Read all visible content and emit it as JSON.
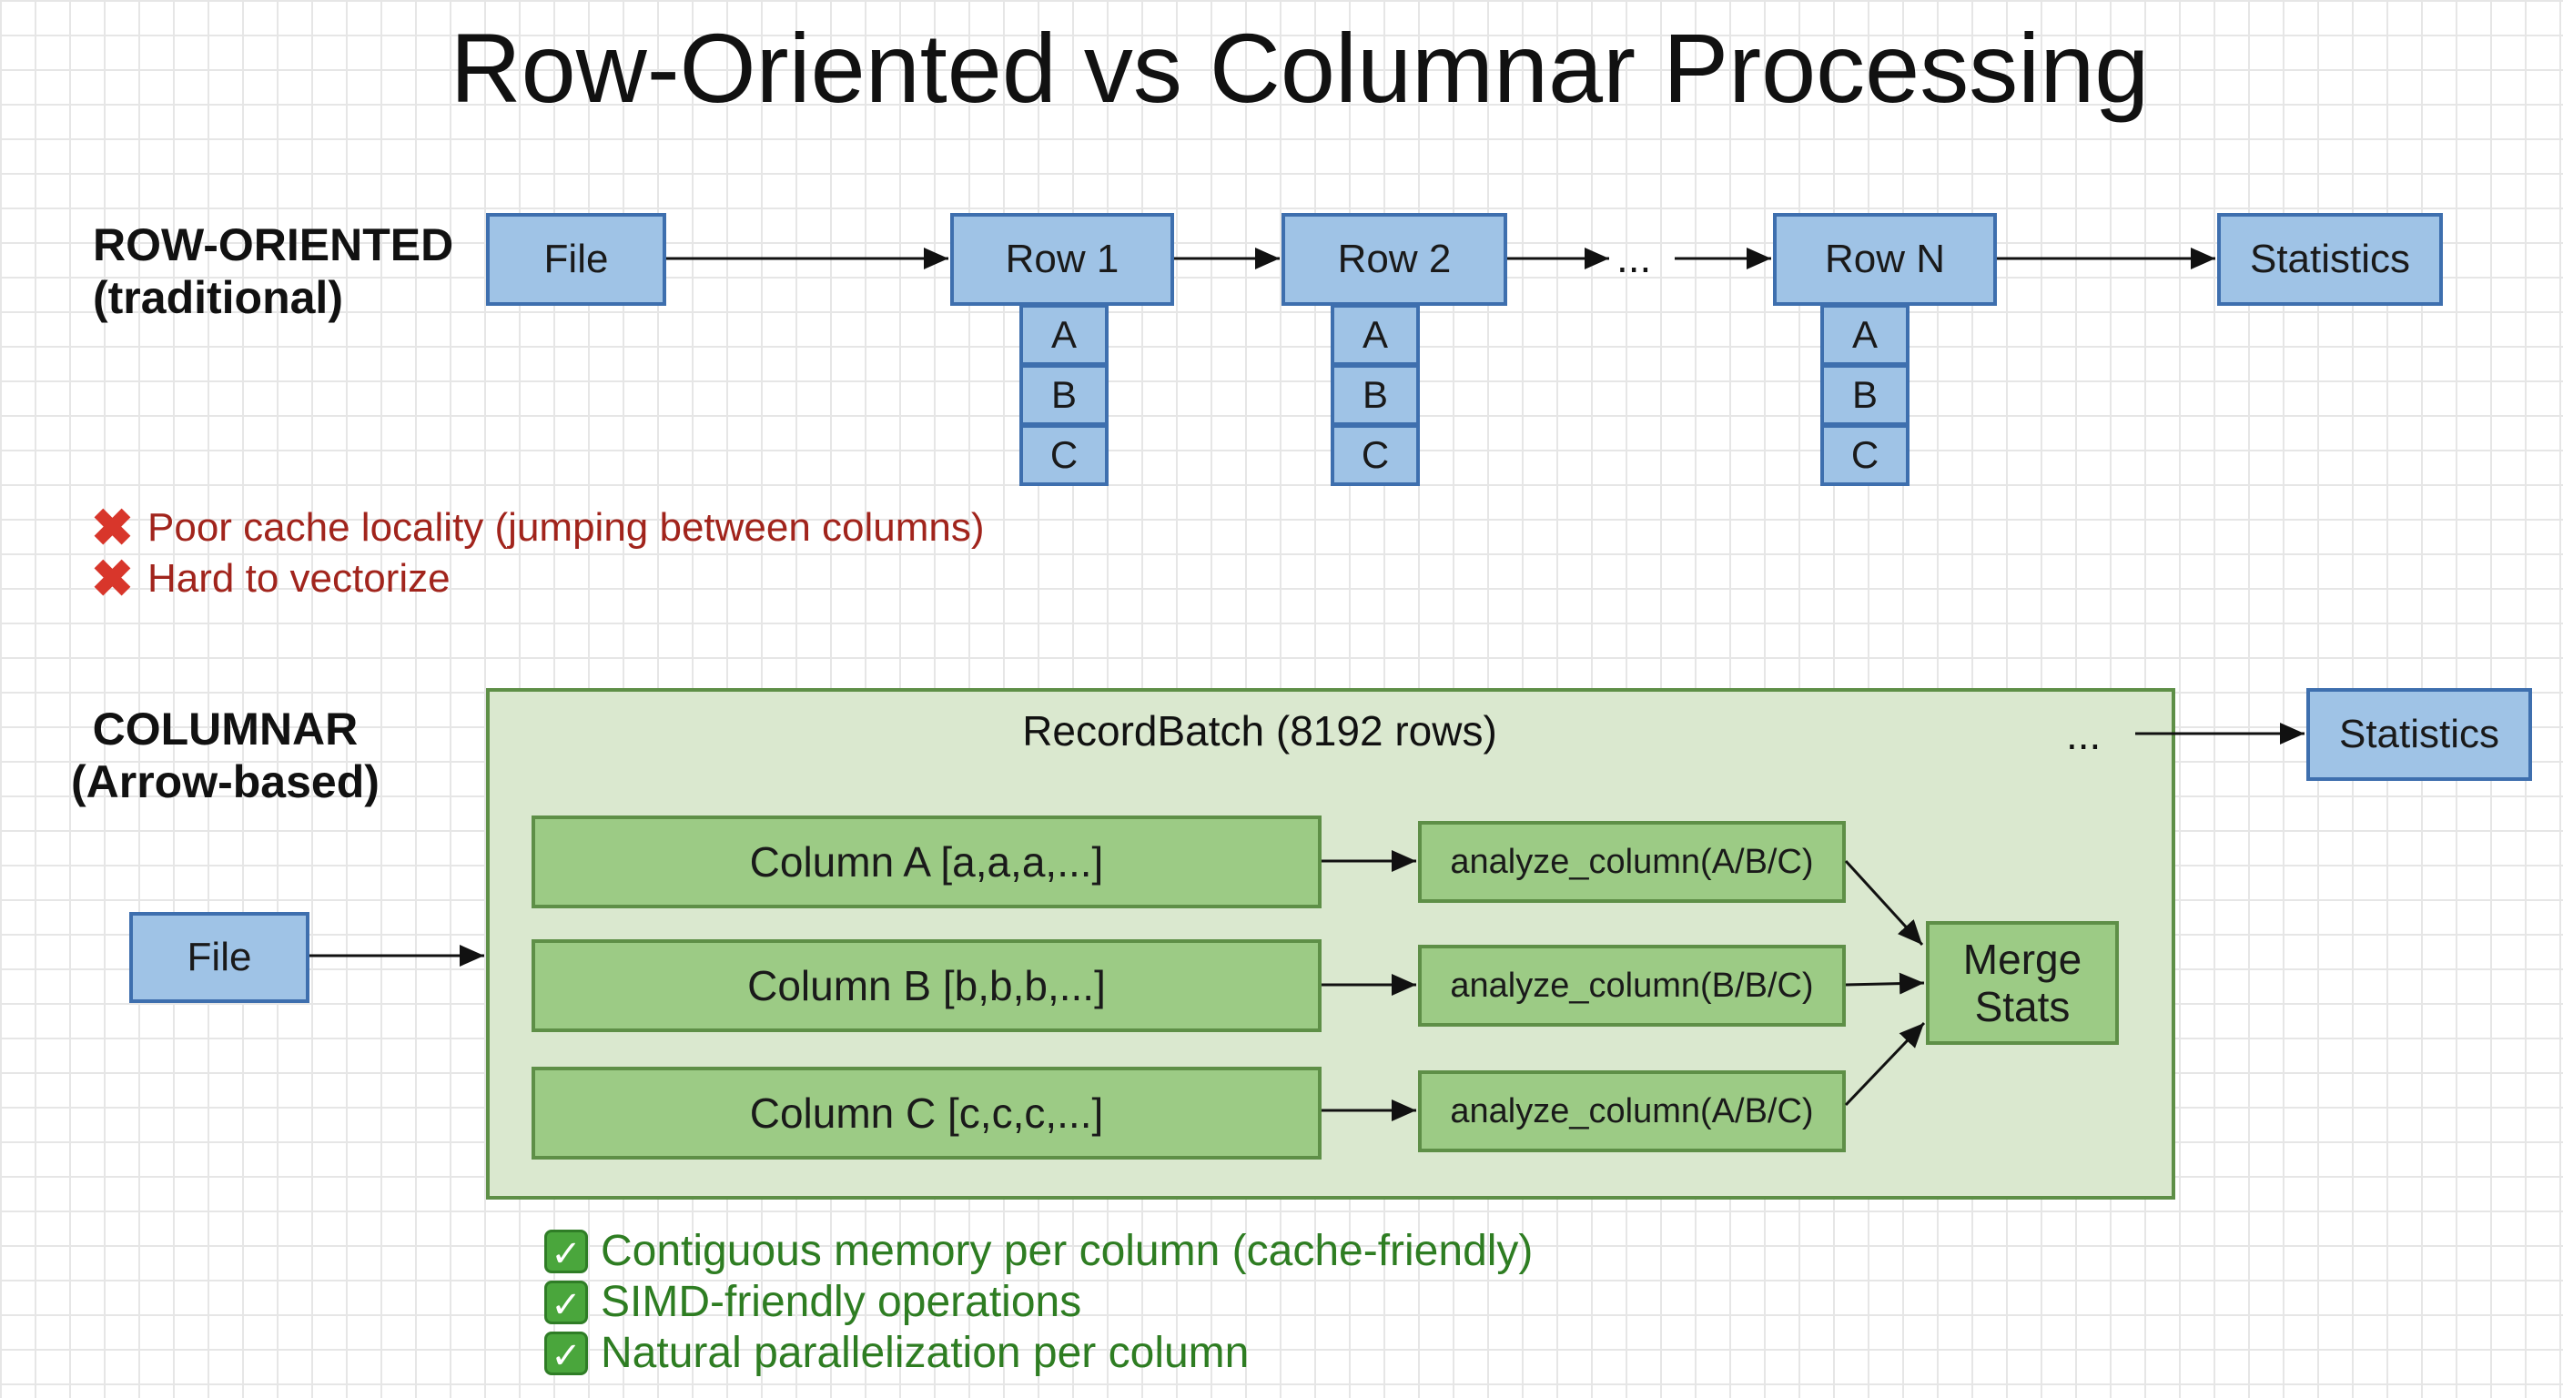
{
  "title": "Row-Oriented vs Columnar Processing",
  "row_section": {
    "label_line1": "ROW-ORIENTED",
    "label_line2": "(traditional)",
    "file": "File",
    "rows": [
      {
        "label": "Row 1",
        "cells": [
          "A",
          "B",
          "C"
        ]
      },
      {
        "label": "Row 2",
        "cells": [
          "A",
          "B",
          "C"
        ]
      },
      {
        "label": "Row N",
        "cells": [
          "A",
          "B",
          "C"
        ]
      }
    ],
    "ellipsis": "...",
    "statistics": "Statistics",
    "cons": [
      "Poor cache locality (jumping between columns)",
      "Hard to vectorize"
    ]
  },
  "columnar_section": {
    "label_line1": "COLUMNAR",
    "label_line2": "(Arrow-based)",
    "file": "File",
    "batch_title": "RecordBatch (8192 rows)",
    "ellipsis": "...",
    "statistics": "Statistics",
    "columns": [
      "Column A [a,a,a,...]",
      "Column B [b,b,b,...]",
      "Column C [c,c,c,...]"
    ],
    "analyzers": [
      "analyze_column(A/B/C)",
      "analyze_column(B/B/C)",
      "analyze_column(A/B/C)"
    ],
    "merge_line1": "Merge",
    "merge_line2": "Stats",
    "pros": [
      "Contiguous memory per column (cache-friendly)",
      "SIMD-friendly operations",
      "Natural parallelization per column"
    ]
  },
  "colors": {
    "blue_fill": "#9fc3e6",
    "blue_border": "#3e6fae",
    "green_fill": "#9ccb85",
    "green_container": "#dae8cf",
    "green_border": "#5e8f47",
    "con_text": "#a1241c",
    "pro_text": "#2e7d22"
  },
  "icons": {
    "con_marker": "cross-mark-icon",
    "pro_marker": "check-box-icon"
  }
}
